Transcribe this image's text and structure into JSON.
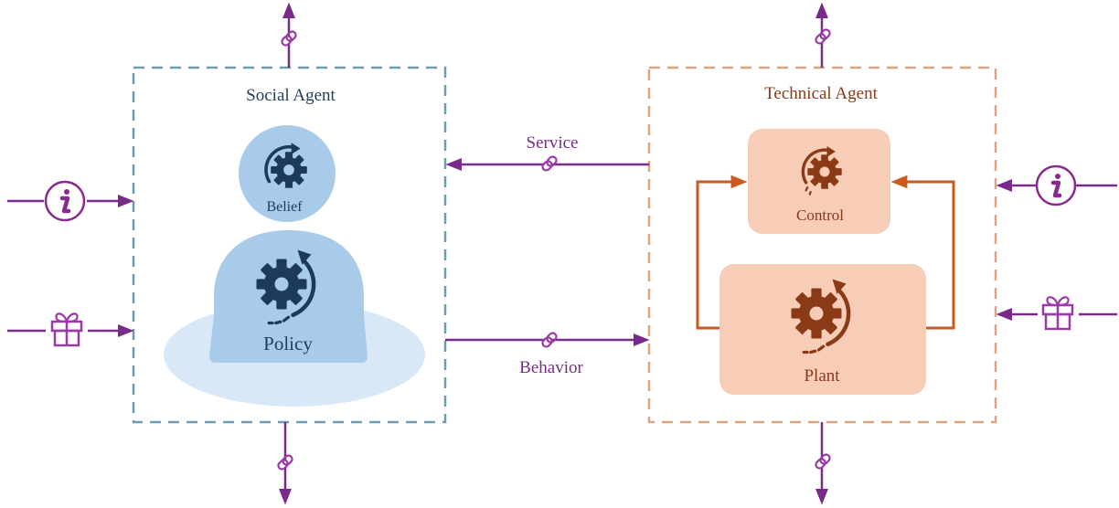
{
  "social_agent": {
    "title": "Social Agent",
    "belief_label": "Belief",
    "policy_label": "Policy"
  },
  "technical_agent": {
    "title": "Technical Agent",
    "control_label": "Control",
    "plant_label": "Plant"
  },
  "edges": {
    "service_label": "Service",
    "behavior_label": "Behavior"
  },
  "icons": {
    "info": "info-icon",
    "reward": "gift-icon",
    "link": "link-icon",
    "gear": "gear-cycle-icon"
  },
  "colors": {
    "social_border": "#6f9bb0",
    "social_text": "#1f3d5c",
    "belief_fill": "#a9cbea",
    "policy_fill": "#a9cbea",
    "policy_shadow": "#d9e8f6",
    "gear_dark": "#1d3a5c",
    "technical_border": "#e0a284",
    "technical_text": "#8a3a1a",
    "node_fill": "#f8cdb7",
    "gear_brown": "#8a3a14",
    "loop_orange": "#c85a1f",
    "purple": "#7a2a8a"
  }
}
